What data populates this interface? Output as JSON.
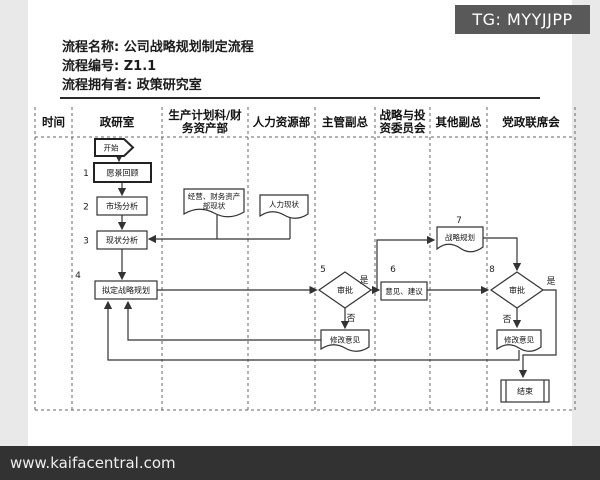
{
  "badge": {
    "text": "TG: MYYJJPP"
  },
  "footer": {
    "url": "www.kaifacentral.com"
  },
  "title_block": {
    "line1": "流程名称: 公司战略规划制定流程",
    "line2": "流程编号: Z1.1",
    "line3": "流程拥有者: 政策研究室"
  },
  "lanes": [
    {
      "label": "时间"
    },
    {
      "label": "政研室"
    },
    {
      "label": "生产计划科/财务资产部"
    },
    {
      "label": "人力资源部"
    },
    {
      "label": "主管副总"
    },
    {
      "label": "战略与投资委员会"
    },
    {
      "label": "其他副总"
    },
    {
      "label": "党政联席会"
    }
  ],
  "nodes": {
    "start": "开始",
    "step1": "愿景回顾",
    "step2": "市场分析",
    "step3": "现状分析",
    "step4": "拟定战略规划",
    "doc_finance_line1": "经营、财务资产",
    "doc_finance_line2": "部现状",
    "doc_hr": "人力现状",
    "decision5": "审批",
    "box6": "意见、建议",
    "doc7": "战略规划",
    "decision8": "审批",
    "revise5": "修改意见",
    "revise8": "修改意见",
    "end": "结束"
  },
  "step_numbers": [
    "1",
    "2",
    "3",
    "4",
    "5",
    "6",
    "7",
    "8"
  ],
  "branch_labels": {
    "yes": "是",
    "no": "否"
  },
  "colors": {
    "line": "#333333",
    "badge_bg": "#595959",
    "footer_bg": "#323232"
  }
}
